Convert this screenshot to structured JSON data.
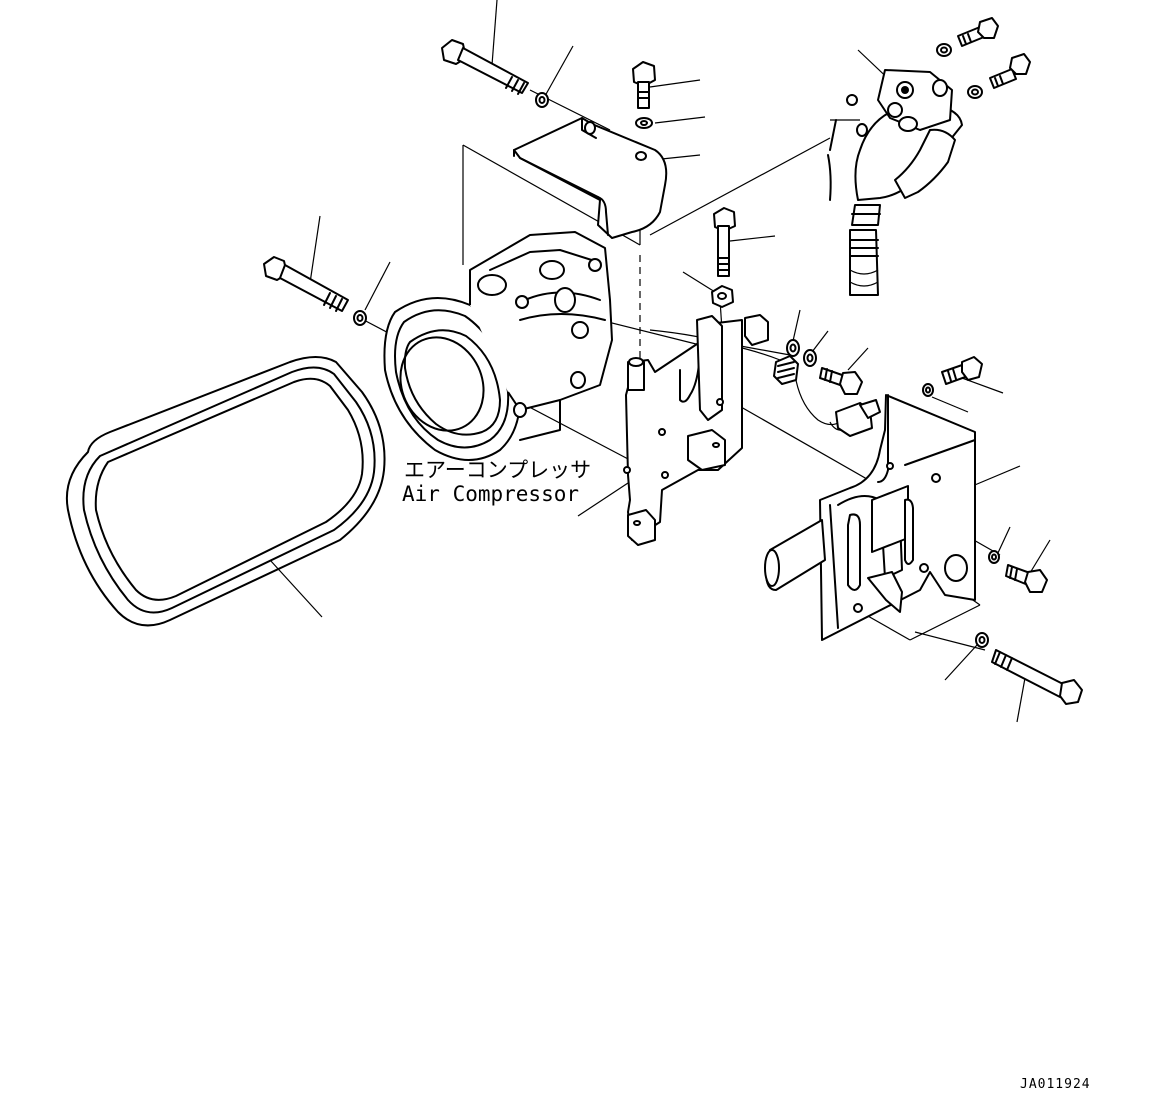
{
  "diagram": {
    "labels": {
      "component_jp": "エアーコンプレッサ",
      "component_en": "Air Compressor"
    },
    "drawing_code": "JA011924"
  }
}
